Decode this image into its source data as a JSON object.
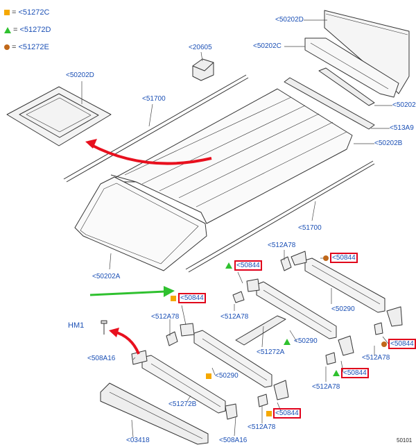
{
  "legend": [
    {
      "marker": "square",
      "color": "#f5a800",
      "text": "<51272C"
    },
    {
      "marker": "triangle",
      "color": "#2fc12f",
      "text": "<51272D"
    },
    {
      "marker": "circle",
      "color": "#c0681a",
      "text": "<51272E"
    }
  ],
  "legend_eq": "=",
  "labels": {
    "p50202D_top": "<50202D",
    "p50202C": "<50202C",
    "p20605": "<20605",
    "p50202D_left": "<50202D",
    "p51700_top": "<51700",
    "p50202_right": "<50202",
    "p513A9": "<513A9",
    "p50202B": "<50202B",
    "p51700_bottom": "<51700",
    "p50202A": "<50202A",
    "p512A78_a": "<512A78",
    "p512A78_b": "<512A78",
    "p512A78_c": "<512A78",
    "p512A78_d": "<512A78",
    "p512A78_e": "<512A78",
    "p512A78_f": "<512A78",
    "p50290_a": "<50290",
    "p50290_b": "<50290",
    "p50290_c": "<50290",
    "p51272A": "<51272A",
    "p51272B": "<51272B",
    "p508A16_a": "<508A16",
    "p508A16_b": "<508A16",
    "p03418": "<03418",
    "hm1": "HM1",
    "b50844_1": "<50844",
    "b50844_2": "<50844",
    "b50844_3": "<50844",
    "b50844_4": "<50844",
    "b50844_5": "<50844",
    "b50844_6": "<50844"
  },
  "ref_number": "50101"
}
